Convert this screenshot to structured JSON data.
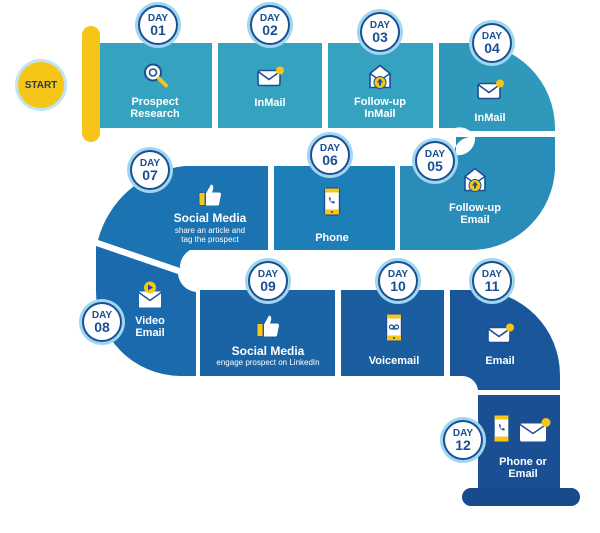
{
  "start_label": "START",
  "badge_prefix": "DAY",
  "colors": {
    "row1": "#35a3bf",
    "row2": "#1e7fb8",
    "row3": "#1a64a6",
    "row4": "#1a4f94",
    "start": "#f5c518",
    "accent": "#f5c518",
    "badge_ring": "#1a4f94"
  },
  "steps": [
    {
      "day": "01",
      "title": "Prospect\nResearch",
      "subtitle": "",
      "icon": "magnifier-icon"
    },
    {
      "day": "02",
      "title": "InMail",
      "subtitle": "",
      "icon": "mail-notification-icon"
    },
    {
      "day": "03",
      "title": "Follow-up\nInMail",
      "subtitle": "",
      "icon": "open-mail-upload-icon"
    },
    {
      "day": "04",
      "title": "InMail",
      "subtitle": "",
      "icon": "mail-notification-icon"
    },
    {
      "day": "05",
      "title": "Follow-up\nEmail",
      "subtitle": "",
      "icon": "open-mail-upload-icon"
    },
    {
      "day": "06",
      "title": "Phone",
      "subtitle": "",
      "icon": "phone-icon"
    },
    {
      "day": "07",
      "title": "Social Media",
      "subtitle": "share an article and\ntag the prospect",
      "icon": "thumbs-up-icon"
    },
    {
      "day": "08",
      "title": "Video\nEmail",
      "subtitle": "",
      "icon": "video-mail-icon"
    },
    {
      "day": "09",
      "title": "Social Media",
      "subtitle": "engage prospect on LinkedIn",
      "icon": "thumbs-up-icon"
    },
    {
      "day": "10",
      "title": "Voicemail",
      "subtitle": "",
      "icon": "voicemail-phone-icon"
    },
    {
      "day": "11",
      "title": "Email",
      "subtitle": "",
      "icon": "mail-notification-icon"
    },
    {
      "day": "12",
      "title": "Phone or\nEmail",
      "subtitle": "",
      "icon": "phone-and-mail-icon"
    }
  ]
}
